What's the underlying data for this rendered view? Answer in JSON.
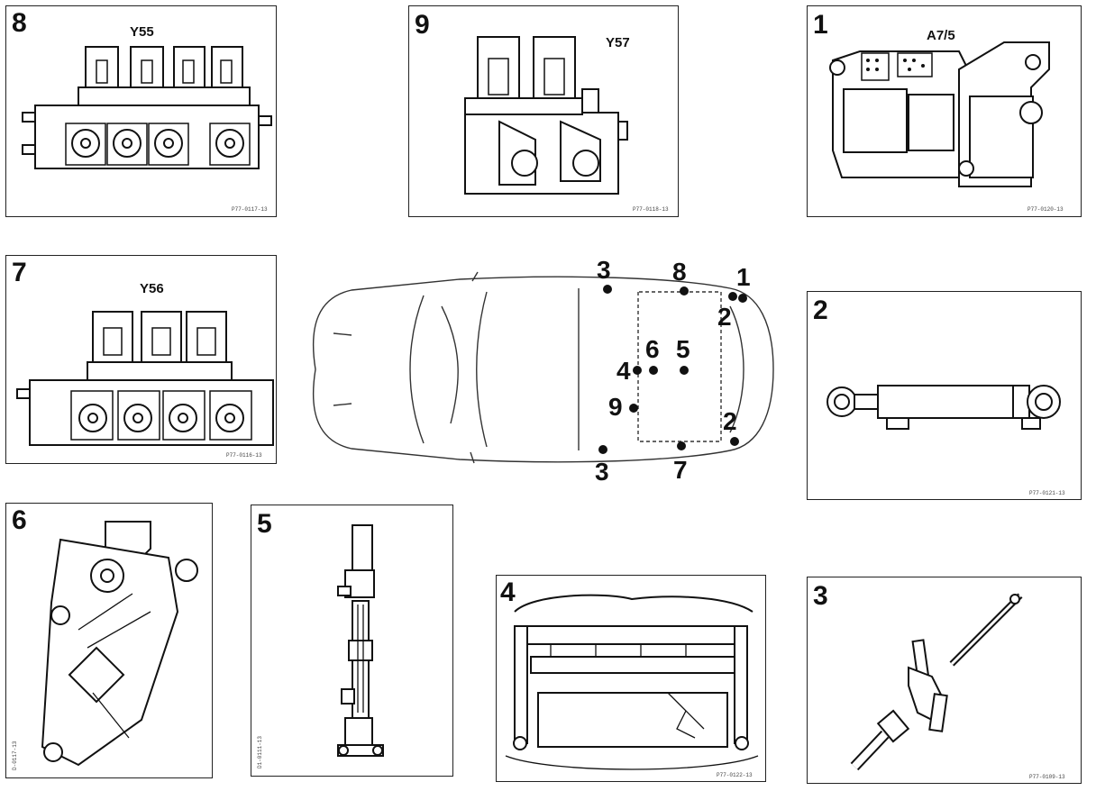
{
  "panels": {
    "p8": {
      "number": "8",
      "code": "Y55",
      "ref": "P77-0117-13"
    },
    "p9": {
      "number": "9",
      "code": "Y57",
      "ref": "P77-0118-13"
    },
    "p1": {
      "number": "1",
      "code": "A7/5",
      "ref": "P77-0120-13"
    },
    "p7": {
      "number": "7",
      "code": "Y56",
      "ref": "P77-0116-13"
    },
    "p2": {
      "number": "2",
      "ref": "P77-0121-13"
    },
    "p6": {
      "number": "6",
      "ref": "D-0117-13"
    },
    "p5": {
      "number": "5",
      "ref": "D1-0111-13"
    },
    "p4": {
      "number": "4",
      "ref": "P77-0122-13"
    },
    "p3": {
      "number": "3",
      "ref": "P77-0109-13"
    }
  },
  "car": {
    "labels": [
      {
        "id": "c3-top",
        "text": "3"
      },
      {
        "id": "c8",
        "text": "8"
      },
      {
        "id": "c1",
        "text": "1"
      },
      {
        "id": "c2-top",
        "text": "2"
      },
      {
        "id": "c6",
        "text": "6"
      },
      {
        "id": "c5",
        "text": "5"
      },
      {
        "id": "c4",
        "text": "4"
      },
      {
        "id": "c9",
        "text": "9"
      },
      {
        "id": "c2-bot",
        "text": "2"
      },
      {
        "id": "c3-bot",
        "text": "3"
      },
      {
        "id": "c7",
        "text": "7"
      }
    ]
  }
}
